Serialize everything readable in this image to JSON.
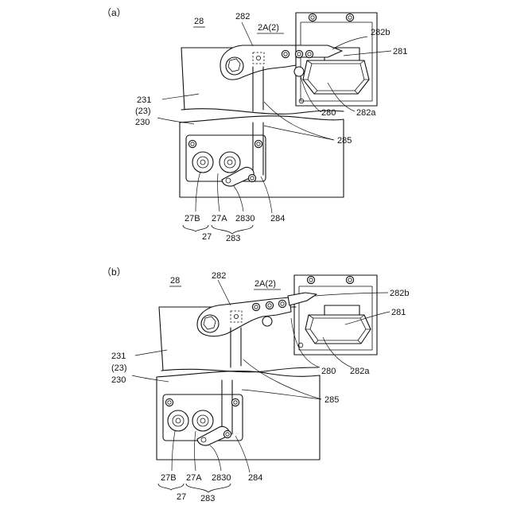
{
  "panels": [
    {
      "panel_label": "（a）",
      "labels": {
        "l28": "28",
        "l282": "282",
        "l2A": "2A(2)",
        "l282b": "282b",
        "l281": "281",
        "l231": "231",
        "l23": "(23)",
        "l230": "230",
        "l280": "280",
        "l282a": "282a",
        "l285": "285",
        "l27B": "27B",
        "l27A": "27A",
        "l2830": "2830",
        "l284": "284",
        "l27": "27",
        "l283": "283"
      }
    },
    {
      "panel_label": "（b）",
      "labels": {
        "l28": "28",
        "l282": "282",
        "l2A": "2A(2)",
        "l282b": "282b",
        "l281": "281",
        "l231": "231",
        "l23": "(23)",
        "l230": "230",
        "l280": "280",
        "l282a": "282a",
        "l285": "285",
        "l27B": "27B",
        "l27A": "27A",
        "l2830": "2830",
        "l284": "284",
        "l27": "27",
        "l283": "283"
      }
    }
  ]
}
